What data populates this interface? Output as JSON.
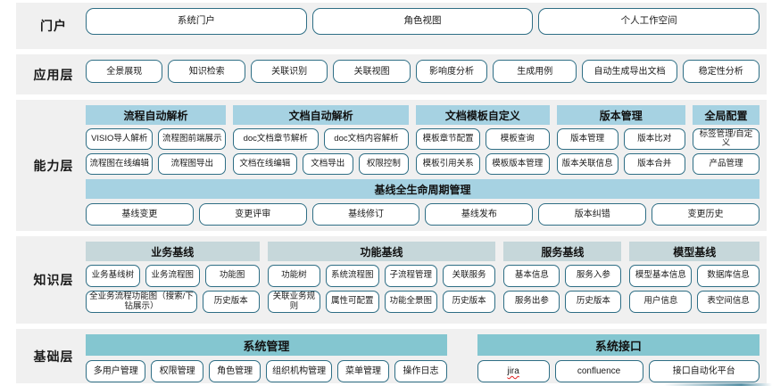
{
  "layers": {
    "portal": {
      "label": "门户",
      "items": [
        {
          "text": "系统门户",
          "flex": 1
        },
        {
          "text": "角色视图",
          "flex": 1
        },
        {
          "text": "个人工作空间",
          "flex": 1
        }
      ]
    },
    "application": {
      "label": "应用层",
      "items": [
        {
          "text": "全景展现",
          "flex": 1
        },
        {
          "text": "知识检索",
          "flex": 1
        },
        {
          "text": "关联识别",
          "flex": 1
        },
        {
          "text": "关联视图",
          "flex": 1
        },
        {
          "text": "影响度分析",
          "flex": 0.92
        },
        {
          "text": "生成用例",
          "flex": 1.1
        },
        {
          "text": "自动生成导出文档",
          "flex": 1.25
        },
        {
          "text": "稳定性分析",
          "flex": 1
        }
      ]
    },
    "capability": {
      "label": "能力层",
      "groups": [
        {
          "title": "流程自动解析",
          "flex": 1.63,
          "rows": [
            [
              {
                "text": "VISIO导人解析",
                "flex": 1
              },
              {
                "text": "流程图前端展示",
                "flex": 1
              }
            ],
            [
              {
                "text": "流程图在线编辑",
                "flex": 1
              },
              {
                "text": "流程图导出",
                "flex": 1
              }
            ]
          ]
        },
        {
          "title": "文档自动解析",
          "flex": 2.05,
          "rows": [
            [
              {
                "text": "doc文档章节解析",
                "flex": 1
              },
              {
                "text": "doc文档内容解析",
                "flex": 1
              }
            ],
            [
              {
                "text": "文档在线编辑",
                "flex": 1.05
              },
              {
                "text": "文档导出",
                "flex": 0.8
              },
              {
                "text": "权限控制",
                "flex": 0.8
              }
            ]
          ]
        },
        {
          "title": "文档模板自定义",
          "flex": 1.55,
          "rows": [
            [
              {
                "text": "模板章节配置",
                "flex": 1
              },
              {
                "text": "模板查询",
                "flex": 1
              }
            ],
            [
              {
                "text": "模板引用关系",
                "flex": 1
              },
              {
                "text": "模板版本管理",
                "flex": 1
              }
            ]
          ]
        },
        {
          "title": "版本管理",
          "flex": 1.5,
          "rows": [
            [
              {
                "text": "版本管理",
                "flex": 1
              },
              {
                "text": "版本比对",
                "flex": 1
              }
            ],
            [
              {
                "text": "版本关联信息",
                "flex": 1
              },
              {
                "text": "版本合并",
                "flex": 1
              }
            ]
          ]
        },
        {
          "title": "全局配置",
          "flex": 0.78,
          "rows": [
            [
              {
                "text": "标签管理/自定义",
                "flex": 1
              }
            ],
            [
              {
                "text": "产品管理",
                "flex": 1
              }
            ]
          ]
        }
      ],
      "lifecycle": {
        "title": "基线全生命周期管理",
        "items": [
          {
            "text": "基线变更",
            "flex": 1
          },
          {
            "text": "变更评审",
            "flex": 1
          },
          {
            "text": "基线修订",
            "flex": 1
          },
          {
            "text": "基线发布",
            "flex": 1
          },
          {
            "text": "版本纠错",
            "flex": 1
          },
          {
            "text": "变更历史",
            "flex": 1
          }
        ]
      }
    },
    "knowledge": {
      "label": "知识层",
      "groups": [
        {
          "title": "业务基线",
          "flex": 1.43,
          "rows": [
            [
              {
                "text": "业务基线树",
                "flex": 1
              },
              {
                "text": "业务流程图",
                "flex": 1
              },
              {
                "text": "功能图",
                "flex": 1
              }
            ],
            [
              {
                "text": "全业务流程功能图（搜索/下钻展示）",
                "flex": 2.1
              },
              {
                "text": "历史版本",
                "flex": 1
              }
            ]
          ]
        },
        {
          "title": "功能基线",
          "flex": 1.88,
          "rows": [
            [
              {
                "text": "功能树",
                "flex": 1
              },
              {
                "text": "系统流程图",
                "flex": 1
              },
              {
                "text": "子流程管理",
                "flex": 1
              },
              {
                "text": "关联服务",
                "flex": 1
              }
            ],
            [
              {
                "text": "关联业务规则",
                "flex": 1
              },
              {
                "text": "属性可配置",
                "flex": 1
              },
              {
                "text": "功能全景图",
                "flex": 1
              },
              {
                "text": "历史版本",
                "flex": 1
              }
            ]
          ]
        },
        {
          "title": "服务基线",
          "flex": 0.97,
          "rows": [
            [
              {
                "text": "基本信息",
                "flex": 1
              },
              {
                "text": "服务入参",
                "flex": 1
              }
            ],
            [
              {
                "text": "服务出参",
                "flex": 1
              },
              {
                "text": "历史版本",
                "flex": 1
              }
            ]
          ]
        },
        {
          "title": "模型基线",
          "flex": 1.07,
          "rows": [
            [
              {
                "text": "模型基本信息",
                "flex": 1
              },
              {
                "text": "数据库信息",
                "flex": 1
              }
            ],
            [
              {
                "text": "用户信息",
                "flex": 1
              },
              {
                "text": "表空间信息",
                "flex": 1
              }
            ]
          ]
        }
      ]
    },
    "foundation": {
      "label": "基础层",
      "groups": [
        {
          "title": "系统管理",
          "flex": 1.28,
          "rows": [
            [
              {
                "text": "多用户管理",
                "flex": 1
              },
              {
                "text": "权限管理",
                "flex": 0.85
              },
              {
                "text": "角色管理",
                "flex": 0.85
              },
              {
                "text": "组织机构管理",
                "flex": 1.1
              },
              {
                "text": "菜单管理",
                "flex": 0.85
              },
              {
                "text": "操作日志",
                "flex": 0.85
              }
            ]
          ]
        },
        {
          "title": "系统接口",
          "flex": 1,
          "rows": [
            [
              {
                "text": "jira",
                "flex": 1,
                "misspelled": true
              },
              {
                "text": "confluence",
                "flex": 1.25
              },
              {
                "text": "接口自动化平台",
                "flex": 1.6
              }
            ]
          ]
        }
      ]
    }
  },
  "colors": {
    "band_background": "#f0f0f0",
    "pill_border": "#2e6e85",
    "capability_header": "#a6d2e2",
    "knowledge_header": "#c6d7da",
    "foundation_header": "#84c6d0",
    "lifecycle_header": "#a6d2e2",
    "page_background": "#ffffff"
  }
}
